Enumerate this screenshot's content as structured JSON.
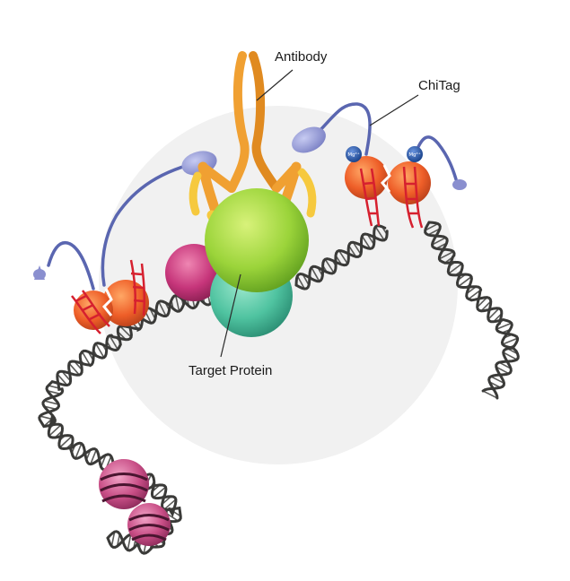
{
  "labels": {
    "antibody": "Antibody",
    "chitag": "ChiTag",
    "target_protein": "Target Protein"
  },
  "mg_label": "Mg²⁺",
  "colors": {
    "background_disc": "#f1f1f1",
    "dna_strand": "#3a3a38",
    "dna_rung": "#5a5a58",
    "antibody_orange": "#f0a032",
    "antibody_yellow": "#f6c93e",
    "adapter_purple": "#8a8fcf",
    "linker_blue": "#5a66b0",
    "chitag_orange": "#ee5e28",
    "chitag_dna_red": "#d6202f",
    "mg_ion_blue": "#1f4fa0",
    "protein_green": "#9bd43a",
    "protein_teal": "#4fc3a0",
    "protein_magenta": "#c6357a",
    "nucleosome_pink": "#c84e86"
  }
}
